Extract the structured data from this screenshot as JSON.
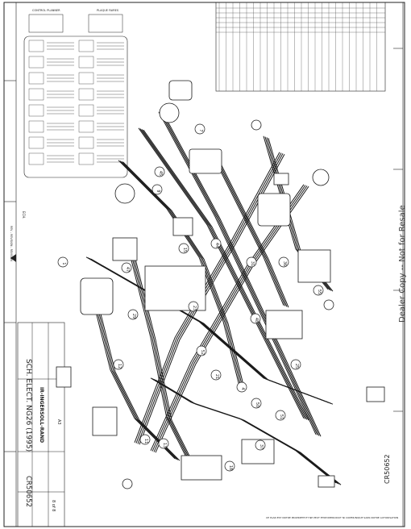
{
  "title_block": {
    "drawing_title": "SCH. ELECT. NG26 (1995)",
    "drawing_number": "CR50652",
    "drawing_number_side": "CR50652",
    "sheet": "8 of 8",
    "size": "A3",
    "company": "IR-INGERSOLL-RAND",
    "rights_notice": "CE PLAN EST NOTRE PROPRIETE ET NE PEUT ETRE REPRODUIT NI COMMUNIQUE SANS NOTRE AUTORISATION"
  },
  "watermark": "Dealer Copy -- Not for Resale",
  "left_strip": {
    "label_top": "ECH.",
    "label_mid": "REV. - REVISION - REVISION"
  },
  "legend": {
    "title_left": "CONTROL PLANNER",
    "title_right": "PLAQUE FAIRES"
  },
  "callouts": [
    "1",
    "4",
    "7",
    "9",
    "11",
    "12",
    "13",
    "15",
    "18",
    "21",
    "23",
    "25",
    "29",
    "31",
    "36",
    "37",
    "44",
    "45",
    "47",
    "48",
    "50",
    "51",
    "52",
    "55"
  ],
  "colors": {
    "ink": "#1a1a1a",
    "paper": "#ffffff",
    "watermark": "#444444"
  }
}
